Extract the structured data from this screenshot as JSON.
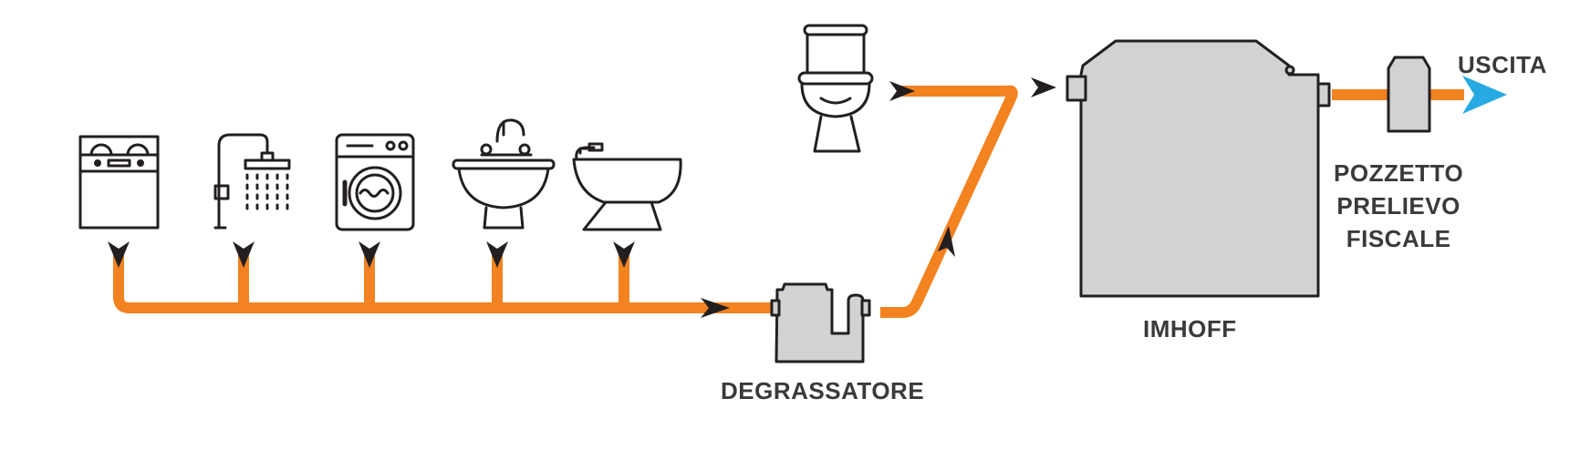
{
  "labels": {
    "degrassatore": "DEGRASSATORE",
    "imhoff": "IMHOFF",
    "uscita": "USCITA",
    "pozzetto": [
      "POZZETTO",
      "PRELIEVO",
      "FISCALE"
    ]
  },
  "colors": {
    "pipe": "#f38220",
    "tank_fill": "#d1d2d4",
    "outline": "#231f20",
    "exit_arrow": "#27aae1",
    "label_text": "#3a3a3c"
  },
  "icons": [
    "dishwasher-icon",
    "shower-icon",
    "washing-machine-icon",
    "sink-icon",
    "bidet-icon",
    "toilet-icon"
  ]
}
